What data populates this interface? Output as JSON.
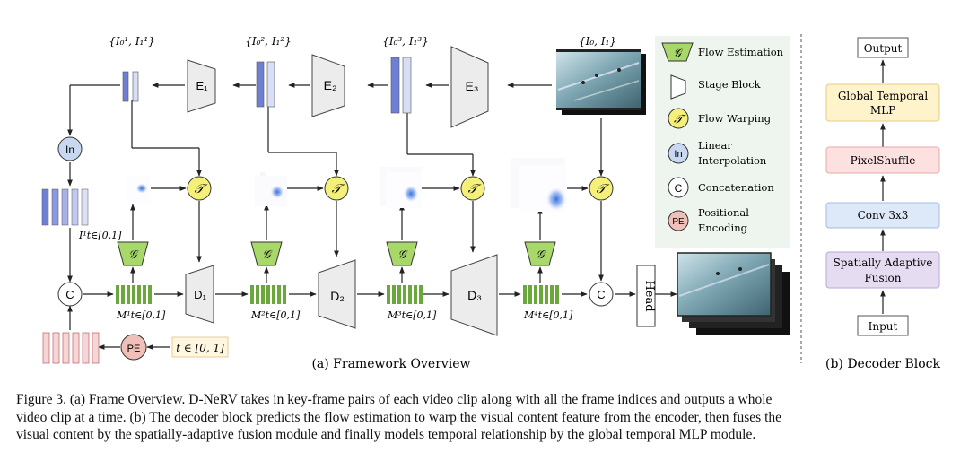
{
  "diagram": {
    "framework": {
      "keyframe_labels": [
        "{I₀¹, I₁¹}",
        "{I₀², I₁²}",
        "{I₀³, I₁³}",
        "{I₀, I₁}"
      ],
      "encoders": [
        "E₁",
        "E₂",
        "E₃"
      ],
      "decoders": [
        "D₁",
        "D₂",
        "D₃"
      ],
      "interp_symbol": "In",
      "concat_symbol": "C",
      "warp_symbol": "𝒯",
      "flow_symbol": "𝒢",
      "pe_symbol": "PE",
      "t_label": "t ∈ [0, 1]",
      "interp_output_label": "I¹t∈[0,1]",
      "m_labels": [
        "M¹t∈[0,1]",
        "M²t∈[0,1]",
        "M³t∈[0,1]",
        "M⁴t∈[0,1]"
      ],
      "head_label": "Head",
      "subtitle": "(a) Framework Overview"
    },
    "legend": {
      "flow": "Flow Estimation",
      "stage": "Stage Block",
      "warp": "Flow Warping",
      "interp_line1": "Linear",
      "interp_line2": "Interpolation",
      "concat": "Concatenation",
      "pe_line1": "Positional",
      "pe_line2": "Encoding"
    },
    "decoder_block": {
      "output": "Output",
      "mlp_line1": "Global Temporal",
      "mlp_line2": "MLP",
      "pixelshuffle": "PixelShuffle",
      "conv": "Conv 3x3",
      "fusion_line1": "Spatially Adaptive",
      "fusion_line2": "Fusion",
      "input": "Input",
      "subtitle": "(b) Decoder Block"
    }
  },
  "caption": {
    "line1": "Figure 3. (a) Frame Overview. D-NeRV takes in key-frame pairs of each video clip along with all the frame indices and outputs a whole",
    "line2": "video clip at a time. (b) The decoder block predicts the flow estimation to warp the visual content feature from the encoder, then fuses the",
    "line3": "visual content by the spatially-adaptive fusion module and finally models temporal relationship by the global temporal MLP module."
  },
  "colors": {
    "green_feature": "#6aa83c",
    "blue_feature": "#6f7fd6",
    "pink_feature": "#e8a0a0",
    "flow_fill": "#a8d86a",
    "warp_fill": "#f5f07a",
    "interp_fill": "#c8d8f0",
    "pe_fill": "#f0c0b8",
    "legend_bg": "#eef4ee",
    "mlp_fill": "#fff3cc",
    "ps_fill": "#fde0e0",
    "conv_fill": "#dde9f8",
    "fusion_fill": "#e6dcf2"
  }
}
